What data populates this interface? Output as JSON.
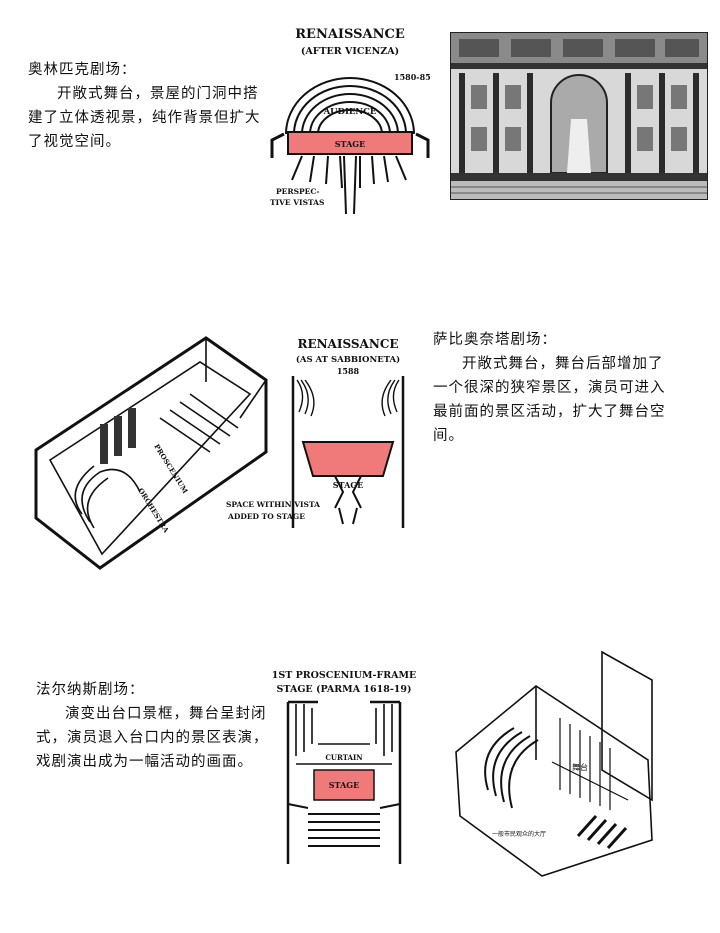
{
  "sections": [
    {
      "title": "奥林匹克剧场：",
      "body": "开敞式舞台，景屋的门洞中搭建了立体透视景，纯作背景但扩大了视觉空间。",
      "diagram": {
        "title": "RENAISSANCE",
        "subtitle": "(AFTER VICENZA)",
        "year": "1580-85",
        "audience": "AUDIENCE",
        "stage": "STAGE",
        "note_line1": "PERSPEC-",
        "note_line2": "TIVE VISTAS"
      }
    },
    {
      "title": "萨比奥奈塔剧场：",
      "body": "开敞式舞台，舞台后部增加了一个很深的狭窄景区，演员可进入最前面的景区活动，扩大了舞台空间。",
      "diagram": {
        "title": "RENAISSANCE",
        "subtitle": "(AS AT SABBIONETA)",
        "year": "1588",
        "stage": "STAGE",
        "note_line1": "SPACE WITHIN VISTA",
        "note_line2": "ADDED TO STAGE"
      },
      "iso_labels": [
        "ORCHESTRA",
        "PROSCENIUM"
      ]
    },
    {
      "title": "法尔纳斯剧场：",
      "body": "演变出台口景框，舞台呈封闭式，演员退入台口内的景区表演，戏剧演出成为一幅活动的画面。",
      "diagram": {
        "title_line1": "1ST PROSCENIUM-FRAME",
        "title_line2": "STAGE (PARMA 1618-19)",
        "curtain": "CURTAIN",
        "stage": "STAGE"
      },
      "iso_labels": [
        "舞台",
        "一般市民观众的大厅"
      ]
    }
  ],
  "colors": {
    "stage_fill": "#f07a7a",
    "ink": "#111111"
  }
}
